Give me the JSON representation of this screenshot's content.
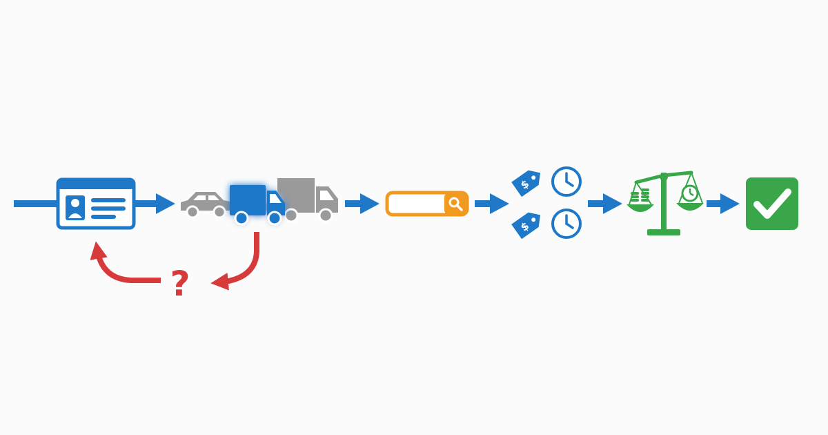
{
  "colors": {
    "background": "#fbfbfb",
    "flow_blue": "#1f78c8",
    "icon_blue": "#2a7bc7",
    "vehicle_gray": "#9a9a9a",
    "highlight_glow": "#8ec9ff",
    "search_orange": "#f29a1f",
    "tag_clock_blue": "#1f78c8",
    "balance_green": "#3aa64a",
    "check_green": "#3aa64a",
    "question_red": "#d63a3a"
  },
  "steps": [
    {
      "id": "license",
      "icon": "id-card-icon"
    },
    {
      "id": "vehicle",
      "icons": [
        "car-icon",
        "box-truck-icon",
        "semi-truck-icon"
      ],
      "selected": "box-truck-icon"
    },
    {
      "id": "search",
      "icon": "search-bar-icon"
    },
    {
      "id": "pricing",
      "icons": [
        "price-tag-icon",
        "clock-icon",
        "price-tag-icon",
        "clock-icon"
      ],
      "tag_symbol": "$"
    },
    {
      "id": "compare",
      "icon": "balance-scale-icon"
    },
    {
      "id": "confirm",
      "icon": "checkmark-icon"
    }
  ],
  "feedback_loop": {
    "symbol": "?"
  }
}
